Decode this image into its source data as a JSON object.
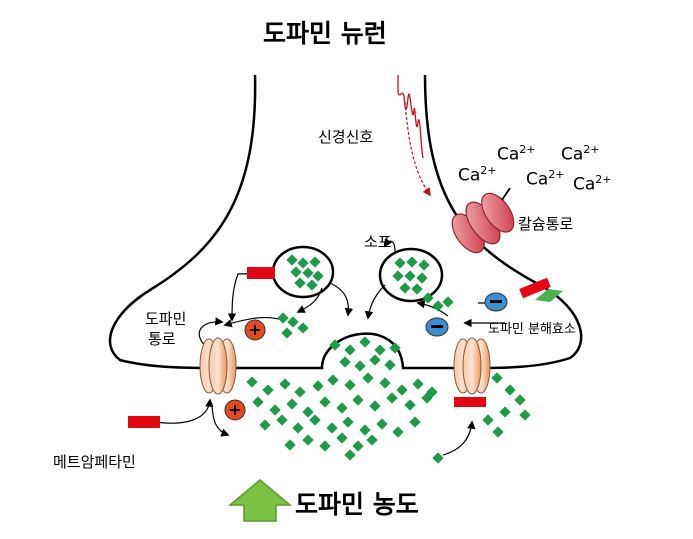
{
  "title": "도파민 뉴런",
  "labels": {
    "nerve_signal": "신경신호",
    "calcium_channel": "칼슘통로",
    "vesicle": "소포",
    "dopamine_transporter_line1": "도파민",
    "dopamine_transporter_line2": "통로",
    "degrading_enzyme": "도파민 분해효소",
    "methamphetamine": "메트암페타민",
    "dopamine_concentration": "도파민 농도"
  },
  "calcium": {
    "symbol": "Ca",
    "charge": "2+",
    "ion_count": 5
  },
  "symbols": {
    "plus": "+",
    "minus": "−"
  },
  "colors": {
    "dopamine": "#1f9a4b",
    "inhibitor": "#e30613",
    "enzyme": "#4caf50",
    "plus_sign": "#e34a1f",
    "minus_sign": "#3a8fd0",
    "transporter": "#f0a070",
    "calcium_channel": "#d9535f",
    "signal": "#c0101a",
    "up_arrow": "#7cc242"
  },
  "icons": {
    "up_arrow": "up-arrow-icon",
    "plus": "plus-circle-icon",
    "minus": "minus-circle-icon",
    "nerve_signal": "waveform-icon"
  }
}
